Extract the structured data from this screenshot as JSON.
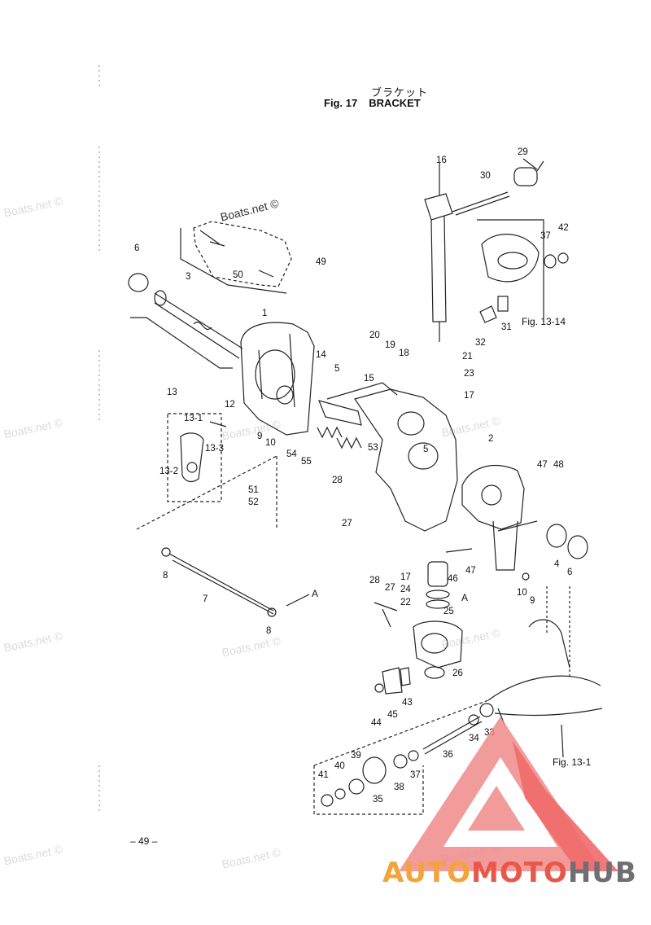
{
  "header": {
    "title_jp": "ブラケット",
    "fig_label": "Fig. 17",
    "title": "BRACKET"
  },
  "page_number": "– 49 –",
  "watermark": "Boats.net ©",
  "brand": {
    "part1": "AUTO",
    "part2": "MOTO",
    "part3": "HUB",
    "colors": {
      "orange": "#f2a43a",
      "red": "#e8584a",
      "gray": "#6f6f73"
    }
  },
  "figure_refs": [
    "Fig. 13-14",
    "Fig. 13-1"
  ],
  "section_marks": [
    "A",
    "A"
  ],
  "callouts": [
    "16",
    "29",
    "30",
    "42",
    "37",
    "49",
    "50",
    "6",
    "3",
    "1",
    "14",
    "5",
    "20",
    "19",
    "18",
    "21",
    "23",
    "15",
    "17",
    "32",
    "31",
    "13",
    "12",
    "13-1",
    "9",
    "10",
    "13-3",
    "13-2",
    "54",
    "55",
    "53",
    "5",
    "2",
    "47",
    "48",
    "51",
    "52",
    "28",
    "27",
    "8",
    "7",
    "8",
    "17",
    "24",
    "22",
    "25",
    "28",
    "27",
    "46",
    "47",
    "4",
    "6",
    "10",
    "9",
    "26",
    "43",
    "44",
    "45",
    "39",
    "40",
    "41",
    "35",
    "38",
    "37",
    "36",
    "34",
    "33"
  ]
}
